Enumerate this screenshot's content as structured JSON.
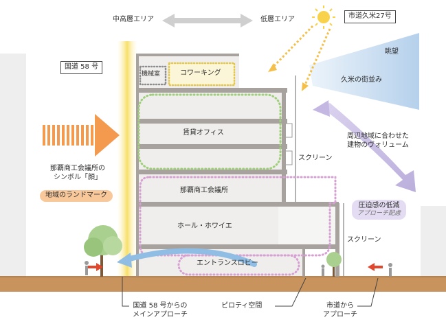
{
  "labels": {
    "mid_high_area": "中高層エリア",
    "low_area": "低層エリア",
    "kume_road": "市道久米27号",
    "route58": "国道 58 号",
    "machine_room": "機械室",
    "coworking": "コワーキング",
    "rental_office": "賃貸オフィス",
    "chamber": "那覇商工会議所",
    "hall": "ホール・ホワイエ",
    "lobby": "エントランスロビー",
    "screen_upper": "スクリーン",
    "screen_lower": "スクリーン",
    "view": "眺望",
    "townscape": "久米の街並み",
    "volume_line1": "周辺地域に合わせた",
    "volume_line2": "建物のヴォリューム",
    "symbol_line1": "那覇商工会議所の",
    "symbol_line2": "シンボル「顔」",
    "landmark": "地域のランドマーク",
    "reduce": "圧迫感の低減",
    "reduce_sub": "アプローチ配慮",
    "approach1_line1": "国道 58 号からの",
    "approach1_line2": "メインアプローチ",
    "piloti": "ピロティ空間",
    "approach2_line1": "市道から",
    "approach2_line2": "アプローチ"
  },
  "colors": {
    "ground": "#c8935c",
    "ground_line": "#a06a35",
    "building_gray": "#a7a29e",
    "floor_fill": "#efeeec",
    "green_dots": "#9fcf7a",
    "pink_dots": "#d7a0d3",
    "orange_arrow": "#f39a4e",
    "purple_arrow": "#c4b8e2",
    "sky_blue": "#c5dcf0",
    "sun": "#f7d24a",
    "landmark_bg": "#f8c89a",
    "reduce_bg": "#e4dcf2"
  }
}
